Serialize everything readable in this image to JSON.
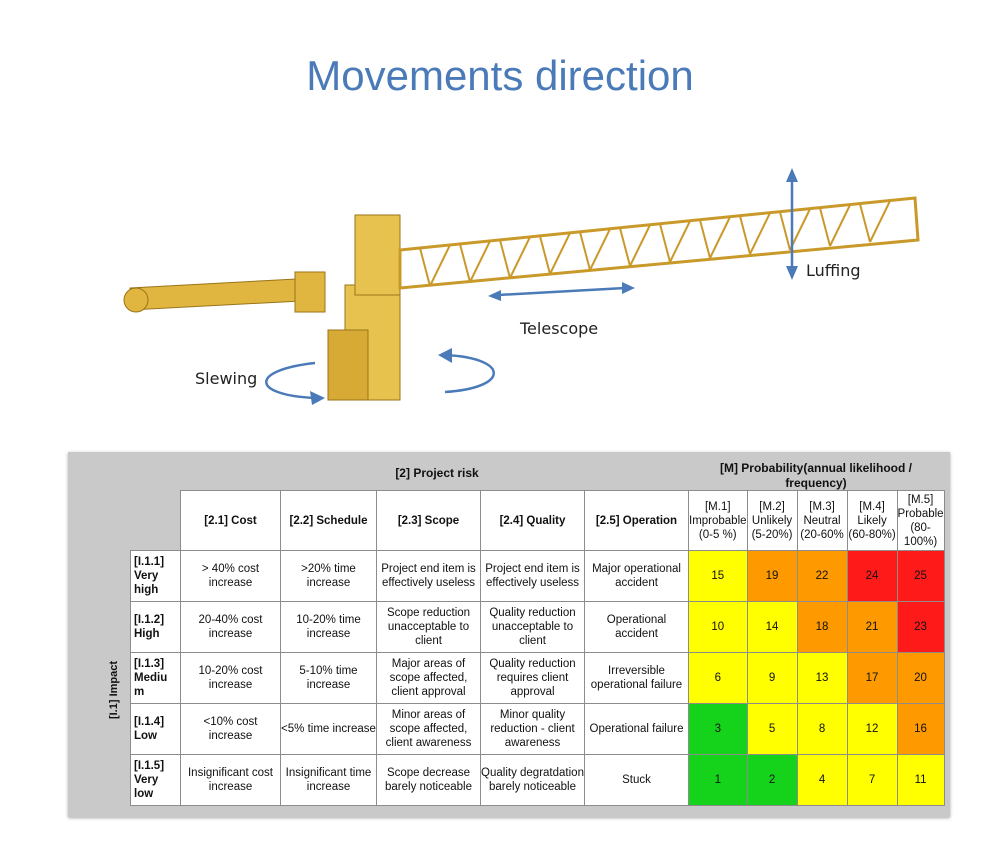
{
  "title": "Movements direction",
  "movements": {
    "luffing": "Luffing",
    "telescope": "Telescope",
    "slewing": "Slewing"
  },
  "colors": {
    "title": "#4a7ab8",
    "arrow": "#4a7ab8",
    "crane": "#e0b640",
    "green": "#15d21b",
    "yellow": "#ffff00",
    "orange": "#ff9900",
    "red": "#ff1a1a"
  },
  "table": {
    "project_risk_header": "[2] Project risk",
    "probability_header": "[M] Probability(annual likelihood / frequency)",
    "impact_header": "[I.1] Impact",
    "columns": [
      "[2.1] Cost",
      "[2.2] Schedule",
      "[2.3] Scope",
      "[2.4] Quality",
      "[2.5] Operation"
    ],
    "probabilities": [
      "[M.1] Improbable (0-5 %)",
      "[M.2] Unlikely (5-20%)",
      "[M.3] Neutral (20-60%",
      "[M.4] Likely (60-80%)",
      "[M.5] Probable (80-100%)"
    ],
    "rows": [
      {
        "label": "[I.1.1] Very high",
        "cells": [
          "> 40% cost increase",
          ">20% time increase",
          "Project end item is effectively useless",
          "Project end item is effectively useless",
          "Major operational accident"
        ],
        "scores": [
          {
            "value": "15",
            "color": "yellow"
          },
          {
            "value": "19",
            "color": "orange"
          },
          {
            "value": "22",
            "color": "orange"
          },
          {
            "value": "24",
            "color": "red"
          },
          {
            "value": "25",
            "color": "red"
          }
        ]
      },
      {
        "label": "[I.1.2] High",
        "cells": [
          "20-40% cost increase",
          "10-20% time increase",
          "Scope reduction unacceptable to client",
          "Quality reduction unacceptable to client",
          "Operational accident"
        ],
        "scores": [
          {
            "value": "10",
            "color": "yellow"
          },
          {
            "value": "14",
            "color": "yellow"
          },
          {
            "value": "18",
            "color": "orange"
          },
          {
            "value": "21",
            "color": "orange"
          },
          {
            "value": "23",
            "color": "red"
          }
        ]
      },
      {
        "label": "[I.1.3] Mediu m",
        "cells": [
          "10-20% cost increase",
          "5-10% time increase",
          "Major areas of scope affected, client approval",
          "Quality reduction requires client approval",
          "Irreversible operational failure"
        ],
        "scores": [
          {
            "value": "6",
            "color": "yellow"
          },
          {
            "value": "9",
            "color": "yellow"
          },
          {
            "value": "13",
            "color": "yellow"
          },
          {
            "value": "17",
            "color": "orange"
          },
          {
            "value": "20",
            "color": "orange"
          }
        ]
      },
      {
        "label": "[I.1.4] Low",
        "cells": [
          "<10% cost increase",
          "<5% time increase",
          "Minor areas of scope affected, client awareness",
          "Minor quality reduction - client awareness",
          "Operational failure"
        ],
        "scores": [
          {
            "value": "3",
            "color": "green"
          },
          {
            "value": "5",
            "color": "yellow"
          },
          {
            "value": "8",
            "color": "yellow"
          },
          {
            "value": "12",
            "color": "yellow"
          },
          {
            "value": "16",
            "color": "orange"
          }
        ]
      },
      {
        "label": "[I.1.5] Very low",
        "cells": [
          "Insignificant cost increase",
          "Insignificant time increase",
          "Scope decrease barely noticeable",
          "Quality degratdation barely noticeable",
          "Stuck"
        ],
        "scores": [
          {
            "value": "1",
            "color": "green"
          },
          {
            "value": "2",
            "color": "green"
          },
          {
            "value": "4",
            "color": "yellow"
          },
          {
            "value": "7",
            "color": "yellow"
          },
          {
            "value": "11",
            "color": "yellow"
          }
        ]
      }
    ]
  }
}
